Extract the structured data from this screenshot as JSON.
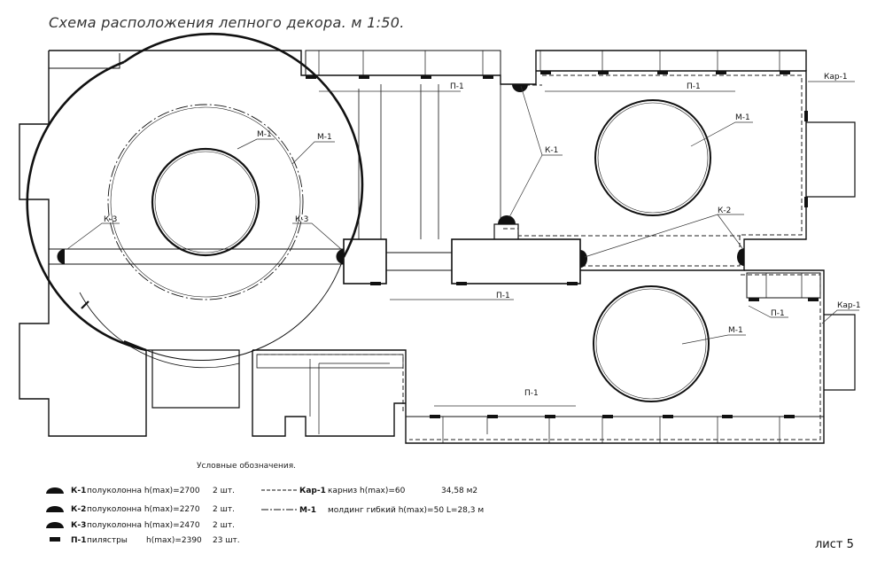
{
  "title": "Схема расположения лепного декора. м 1:50.",
  "sheet_label": "лист 5",
  "plan_labels": {
    "m1_inner": "М-1",
    "m1_outer": "М-1",
    "m1_room_upper": "М-1",
    "m1_room_lower": "М-1",
    "k3_left": "К-3",
    "k3_right": "К-3",
    "k1": "К-1",
    "k2": "К-2",
    "p1_top_left": "П-1",
    "p1_top_right": "П-1",
    "p1_mid": "П-1",
    "p1_right": "П-1",
    "p1_bottom": "П-1",
    "kar1_top": "Кар-1",
    "kar1_right": "Кар-1"
  },
  "legend": {
    "heading": "Условные обозначения.",
    "items": [
      {
        "code": "К-1",
        "desc": "полуколонна h(max)=2700",
        "qty": "2 шт."
      },
      {
        "code": "К-2",
        "desc": "полуколонна h(max)=2270",
        "qty": "2 шт."
      },
      {
        "code": "К-3",
        "desc": "полуколонна h(max)=2470",
        "qty": "2 шт."
      },
      {
        "code": "П-1",
        "desc": "пилястры",
        "height": "h(max)=2390",
        "qty": "23 шт."
      }
    ],
    "lines": [
      {
        "code": "Кар-1",
        "desc": "карниз h(max)=60",
        "qty": "34,58 м2"
      },
      {
        "code": "М-1",
        "desc": "молдинг гибкий h(max)=50 L=28,3 м"
      }
    ]
  }
}
